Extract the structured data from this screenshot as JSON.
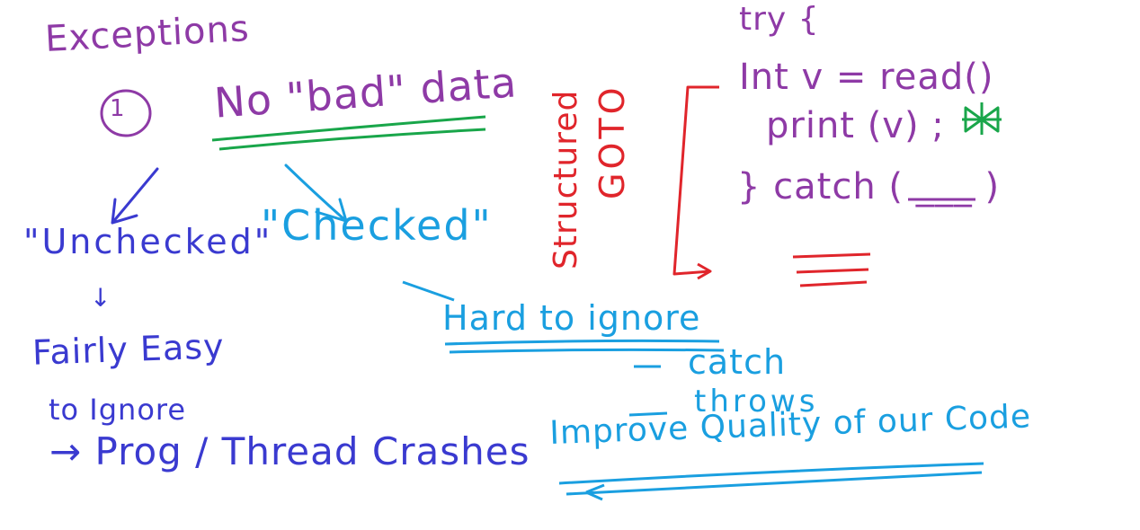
{
  "canvas": {
    "background": "#ffffff"
  },
  "colors": {
    "purple": "#8e3aa6",
    "blue": "#3a3ad0",
    "cyan": "#1a9fe0",
    "red": "#e0252b",
    "green": "#19a64a"
  },
  "notes": {
    "title": "Exceptions",
    "circle_number": "1",
    "no_bad_data": "No \"bad\" data",
    "unchecked": "\"Unchecked\"",
    "unchecked_arrow": "↓",
    "fairly_easy": "Fairly Easy",
    "to_ignore": "to Ignore",
    "prog_thread_crashes": "→ Prog / Thread Crashes",
    "checked": "\"Checked\"",
    "hard_to_ignore": "Hard to ignore",
    "catch_item": "catch",
    "throws_item": "throws",
    "improve_quality": "Improve Quality of our Code",
    "structured": "Structured",
    "goto": "GOTO",
    "try": "try {",
    "int_read": "Int v = read()",
    "print_v": "print (v) ;",
    "catch_block": "} catch ( ___ )"
  },
  "icons": {
    "print_mark": "green-bowtie-cross-icon",
    "circle": "circle-outline-icon"
  }
}
